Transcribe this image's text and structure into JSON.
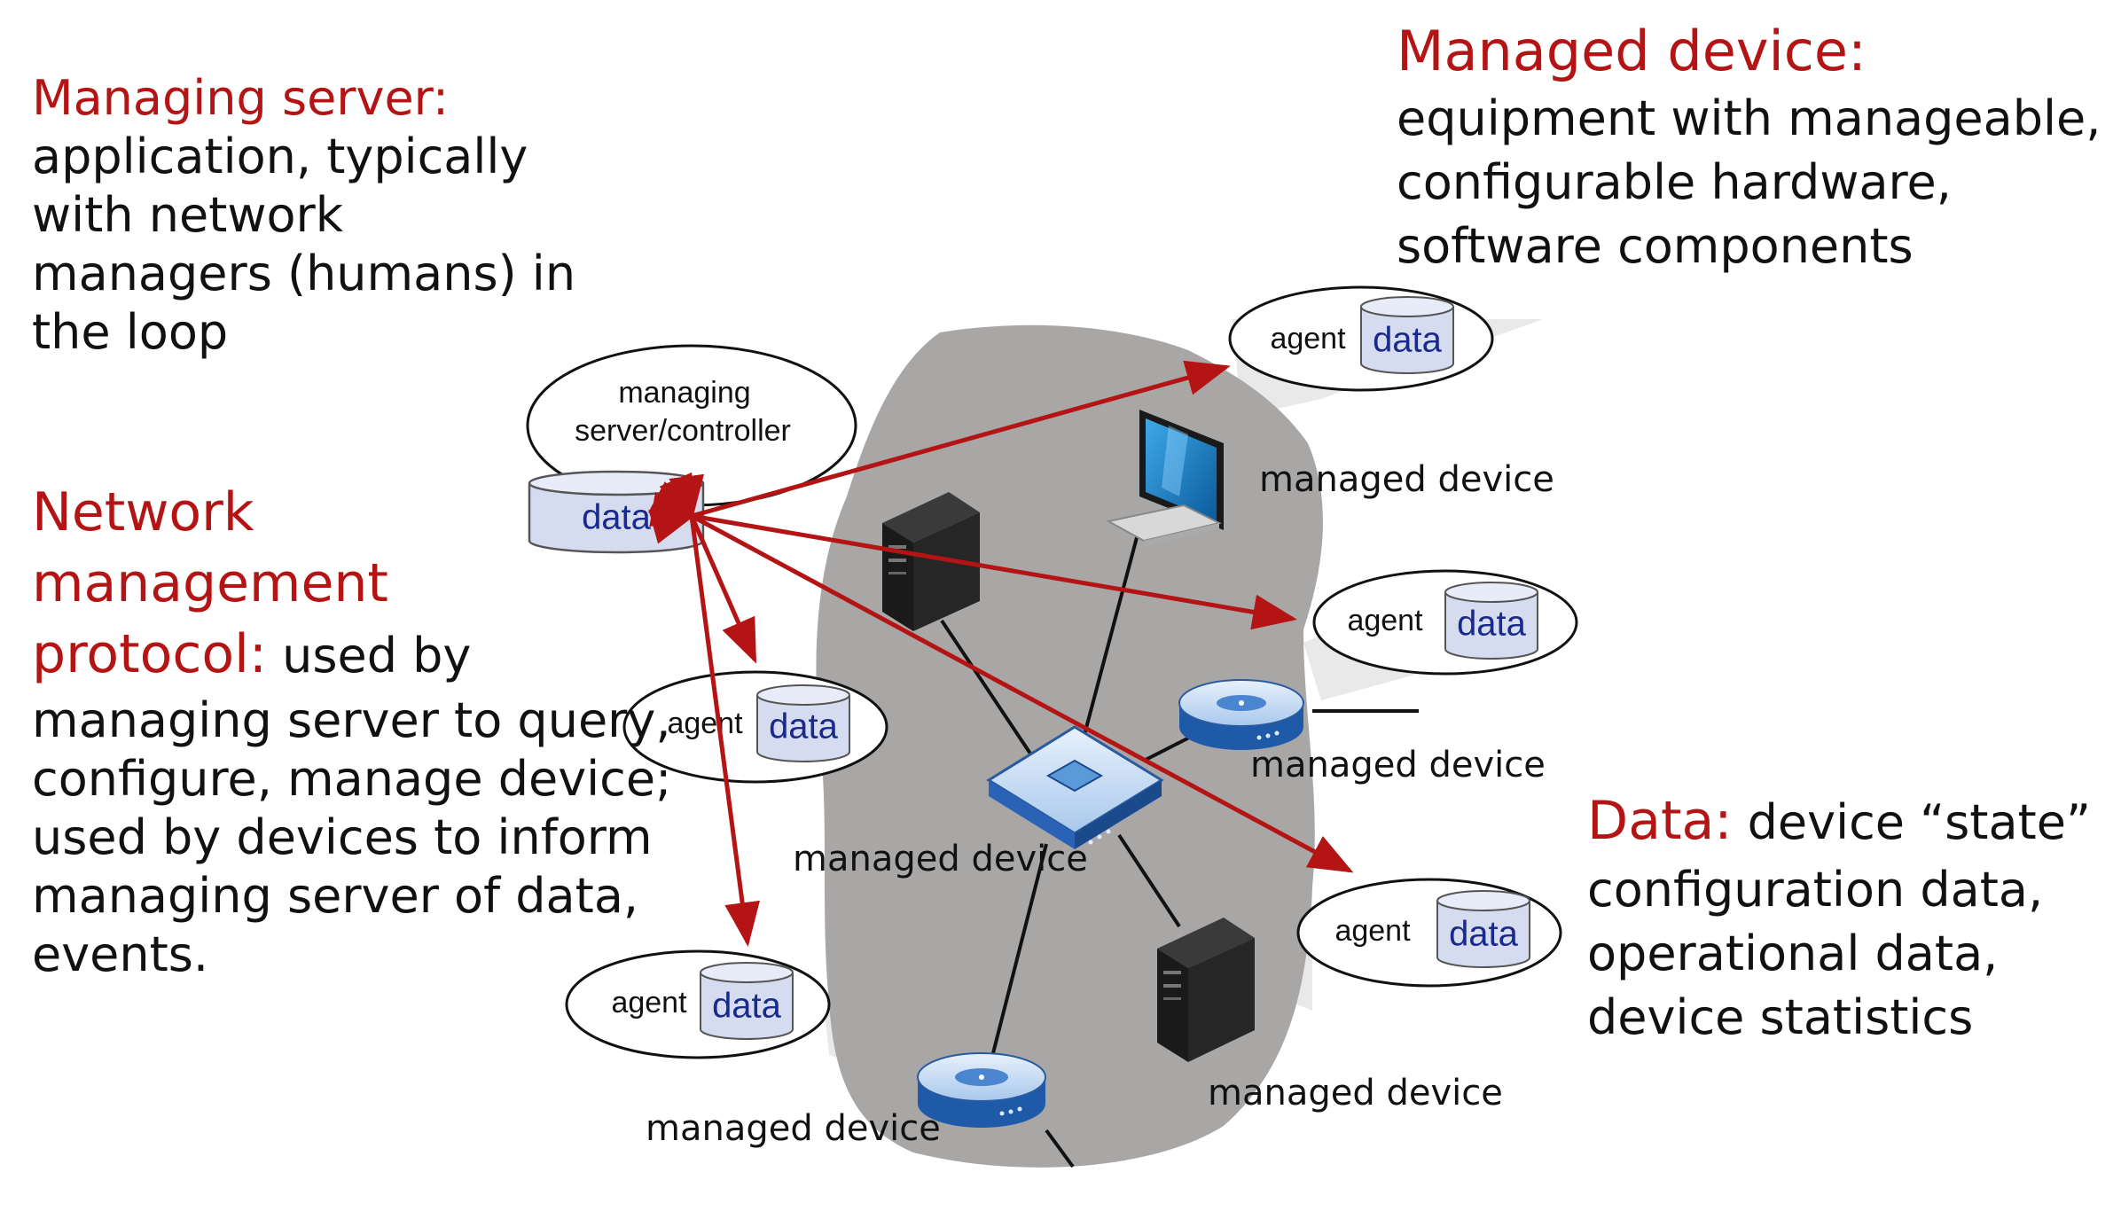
{
  "managing_server": {
    "title": "Managing server:",
    "lines": [
      "application, typically",
      "with network",
      "managers (humans) in",
      "the loop"
    ]
  },
  "protocol": {
    "title_lines": [
      "Network",
      "management"
    ],
    "title_last": "protocol:",
    "inline": " used by",
    "lines": [
      "managing server to query,",
      "configure, manage device;",
      "used by devices to inform",
      "managing server of data,",
      "events."
    ]
  },
  "managed_device_desc": {
    "title": "Managed device:",
    "lines": [
      "equipment with manageable,",
      "configurable hardware,",
      "software components"
    ]
  },
  "data_desc": {
    "title": "Data:",
    "inline": " device “state”",
    "lines": [
      "configuration data,",
      "operational data,",
      "device statistics"
    ]
  },
  "controller": {
    "label_line1": "managing",
    "label_line2": "server/controller",
    "data": "data"
  },
  "agents": [
    {
      "agent": "agent",
      "data": "data"
    },
    {
      "agent": "agent",
      "data": "data"
    },
    {
      "agent": "agent",
      "data": "data"
    },
    {
      "agent": "agent",
      "data": "data"
    },
    {
      "agent": "agent",
      "data": "data"
    }
  ],
  "device_labels": [
    "managed device",
    "managed device",
    "managed device",
    "managed device",
    "managed device"
  ],
  "colors": {
    "accent": "#b41414",
    "cloud": "#a9a6a6",
    "data_text": "#1a2a8c",
    "cylinder": "#d6dcf0"
  }
}
